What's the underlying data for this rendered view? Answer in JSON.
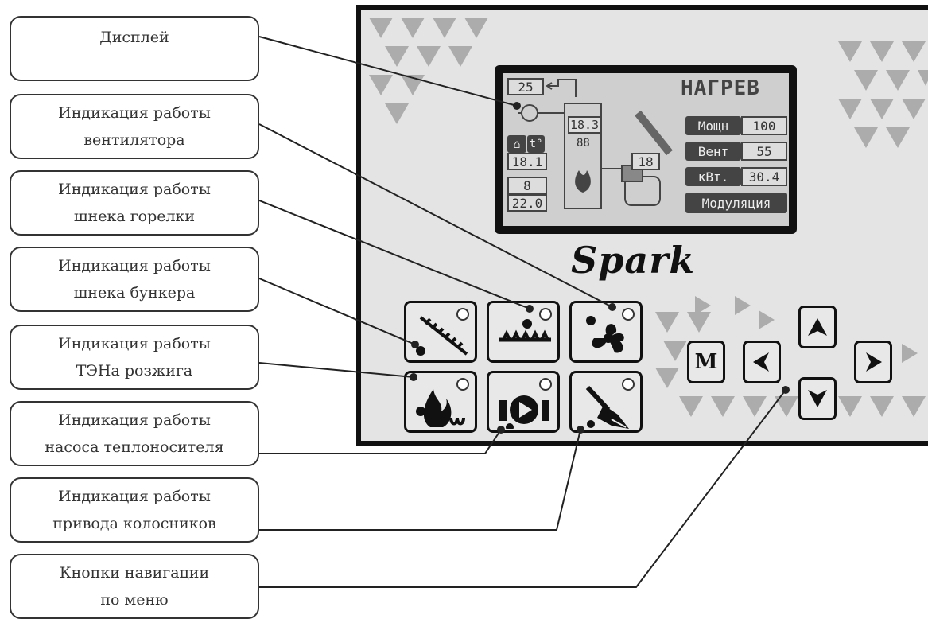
{
  "callouts": [
    {
      "id": "display",
      "lines": [
        "Дисплей"
      ]
    },
    {
      "id": "fan",
      "lines": [
        "Индикация работы",
        "вентилятора"
      ]
    },
    {
      "id": "burner-auger",
      "lines": [
        "Индикация работы",
        "шнека горелки"
      ]
    },
    {
      "id": "hopper-auger",
      "lines": [
        "Индикация работы",
        "шнека бункера"
      ]
    },
    {
      "id": "heater",
      "lines": [
        "Индикация работы",
        "ТЭНа розжига"
      ]
    },
    {
      "id": "pump",
      "lines": [
        "Индикация работы",
        "насоса теплоносителя"
      ]
    },
    {
      "id": "grate",
      "lines": [
        "Индикация работы",
        "привода колосников"
      ]
    },
    {
      "id": "nav",
      "lines": [
        "Кнопки навигации",
        "по меню"
      ]
    }
  ],
  "display": {
    "mode": "НАГРЕВ",
    "flue_temp": "25",
    "boiler_temp": "18.3",
    "boiler_set": "88",
    "room_temp": "18.1",
    "room_set": "8",
    "outdoor_temp": "22.0",
    "feeder_temp": "18",
    "power_label": "Мощн",
    "power_value": "100",
    "fan_label": "Вент",
    "fan_value": "55",
    "kw_label": "кВт.",
    "kw_value": "30.4",
    "status": "Модуляция",
    "room_badge": "t°"
  },
  "brand": "Spark",
  "buttons": {
    "menu_label": "M",
    "indicators": [
      "hopper-auger-icon",
      "burner-auger-icon",
      "fan-icon",
      "heater-flame-icon",
      "pump-icon",
      "grate-broom-icon"
    ]
  }
}
